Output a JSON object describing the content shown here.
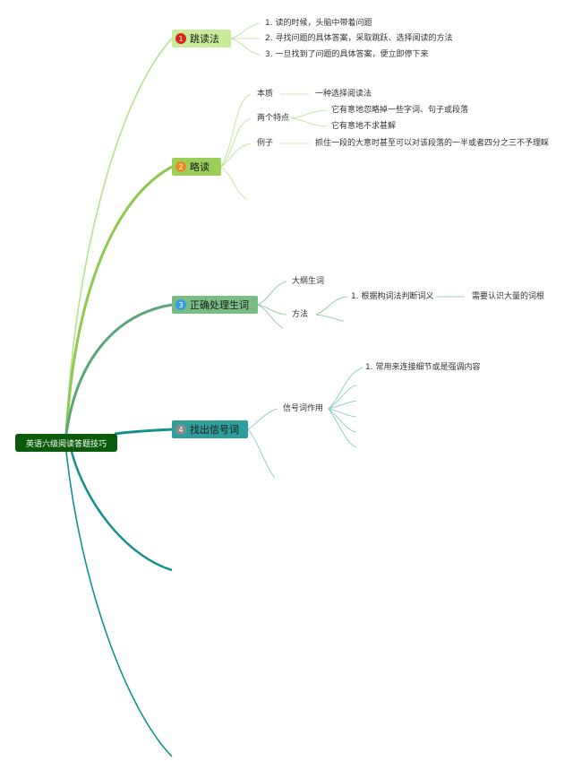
{
  "root": {
    "label": "英语六级阅读答题技巧",
    "color": "#0a5b0a"
  },
  "topics": [
    {
      "id": "t1",
      "number": "1",
      "label": "跳读法",
      "fill": "#c8ec9a",
      "badge_color": "#d8251c",
      "items": [
        "1. 读的时候，头脑中带着问题",
        "2. 寻找问题的具体答案，采取跳跃、选择阅读的方法",
        "3. 一旦找到了问题的具体答案，便立即停下来"
      ]
    },
    {
      "id": "t2",
      "number": "2",
      "label": "略读",
      "fill": "#9ccf5a",
      "badge_color": "#e98a25",
      "nodes": [
        {
          "label": "本质",
          "detail": "一种选择阅读法"
        },
        {
          "label": "两个特点",
          "details": [
            "它有意地忽略掉一些字词、句子或段落",
            "它有意地不求甚解"
          ]
        },
        {
          "label": "例子",
          "detail": "抓住一段的大意时甚至可以对该段落的一半或者四分之三不予理睬"
        }
      ]
    },
    {
      "id": "t3",
      "number": "3",
      "label": "正确处理生词",
      "fill": "#79bc85",
      "badge_color": "#3a9de0",
      "nodes": [
        {
          "label": "大纲生词"
        },
        {
          "label": "方法",
          "sub": {
            "label": "1. 根据构词法判断词义",
            "detail": "需要认识大量的词根"
          }
        }
      ]
    },
    {
      "id": "t4",
      "number": "4",
      "label": "找出信号词",
      "fill": "#2e9e9a",
      "badge_color": "#8a8a8a",
      "nodes": [
        {
          "label": "信号词作用",
          "details": [
            "1. 常用来连接细节或是强调内容"
          ]
        }
      ]
    }
  ],
  "colors": {
    "branch1": "#b7e28c",
    "branch2": "#8fc94f",
    "branch3": "#5ba77a",
    "branch4": "#14918f",
    "branch5": "#14918f",
    "branch6": "#14918f"
  }
}
